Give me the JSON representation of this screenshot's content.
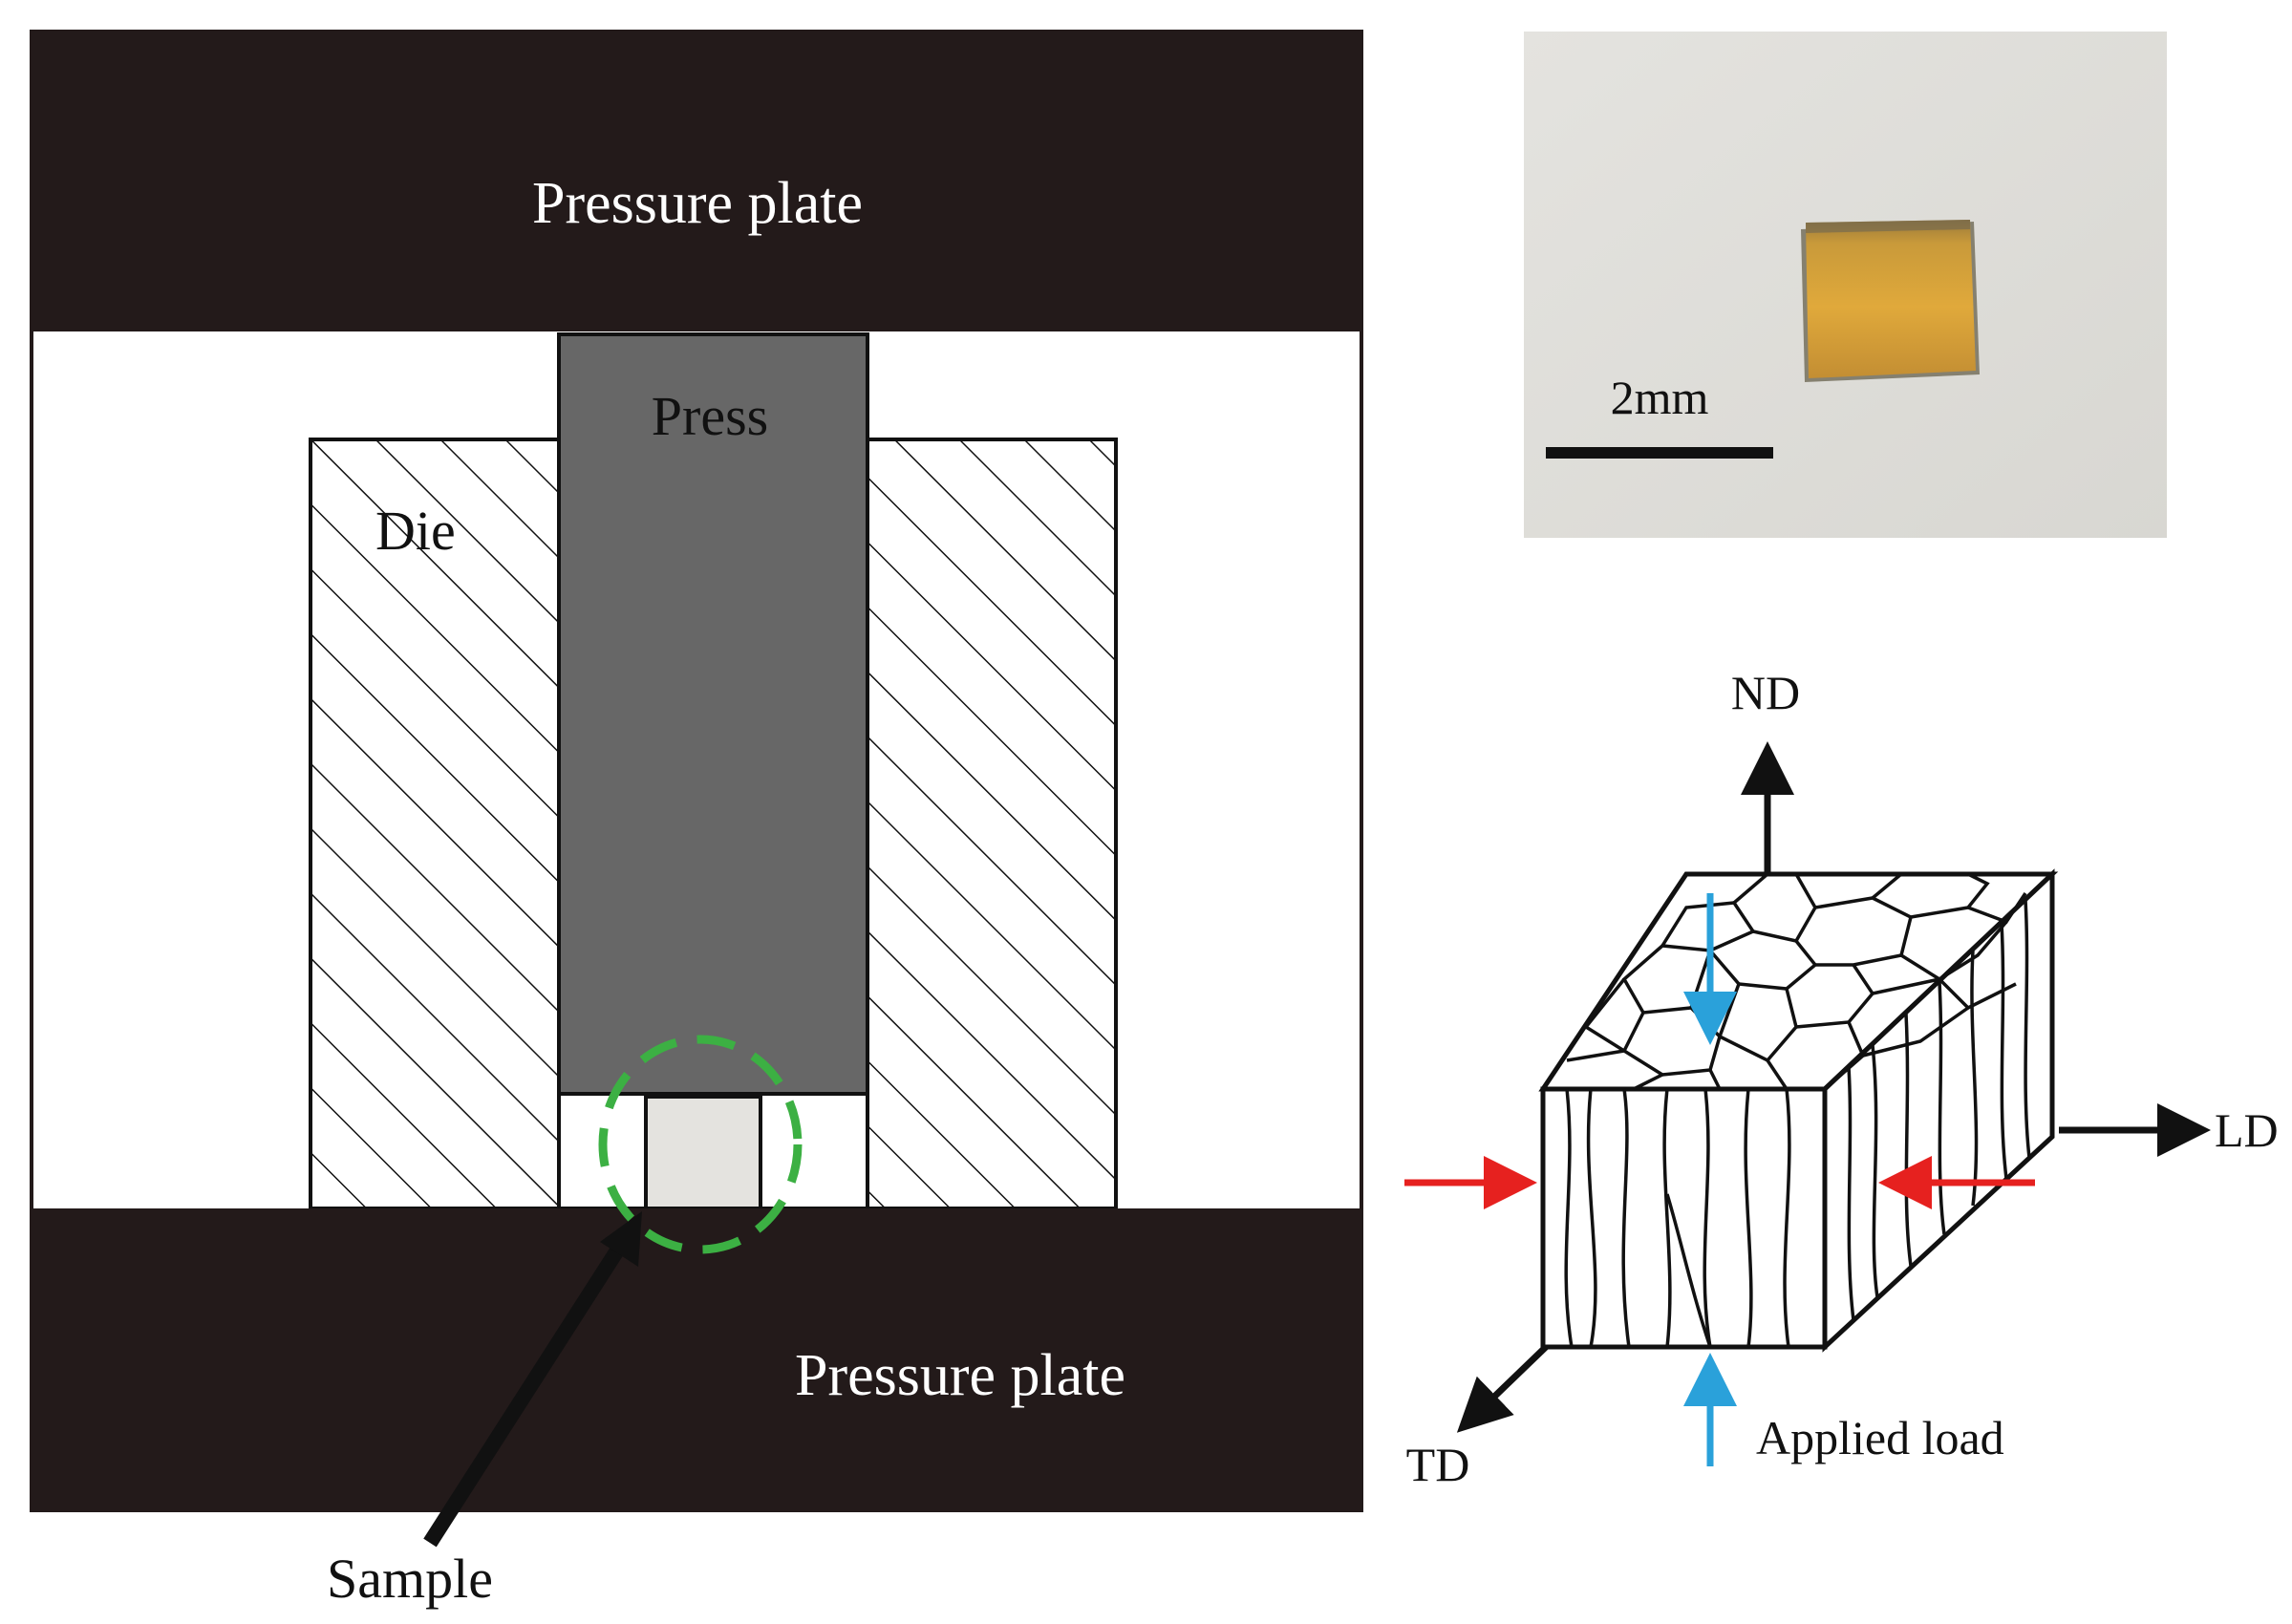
{
  "die_diagram": {
    "top_plate_label": "Pressure plate",
    "press_label": "Press",
    "die_label": "Die",
    "bottom_plate_label": "Pressure plate",
    "sample_label": "Sample"
  },
  "photo": {
    "scale_bar_label": "2mm"
  },
  "orientation": {
    "nd_label": "ND",
    "ld_label": "LD",
    "td_label": "TD",
    "load_label": "Applied load"
  },
  "colors": {
    "plate": "#231a1a",
    "press": "#676767",
    "sample": "#e4e3df",
    "highlight": "#3cb043",
    "arrow_red": "#e6211f",
    "arrow_blue": "#2aa1da",
    "photo_bg": "#e3e2de",
    "sample_gold": "#d6a63c"
  }
}
